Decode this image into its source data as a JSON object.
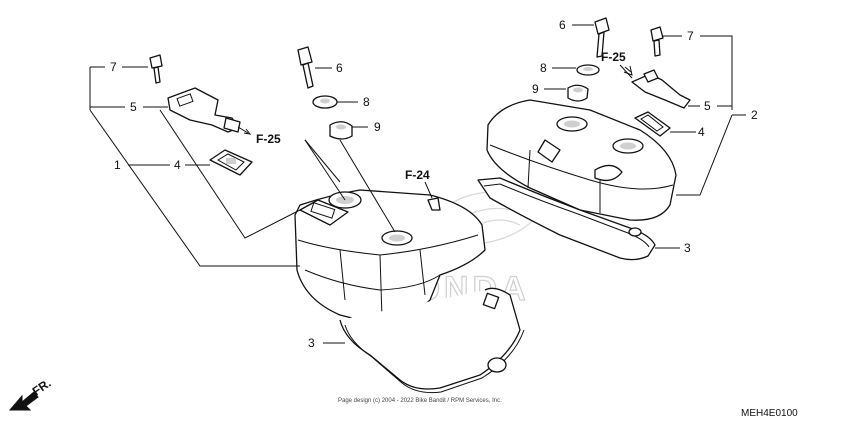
{
  "diagram": {
    "watermark_brand": "HONDA",
    "copyright": "Page design (c) 2004 - 2022 Bike Bandit / RPM Services, Inc.",
    "diagram_code": "MEH4E0100",
    "direction_label": "FR.",
    "callouts": [
      {
        "id": "left-7",
        "label": "7"
      },
      {
        "id": "left-5",
        "label": "5"
      },
      {
        "id": "left-1",
        "label": "1"
      },
      {
        "id": "left-4",
        "label": "4"
      },
      {
        "id": "left-6",
        "label": "6"
      },
      {
        "id": "left-8",
        "label": "8"
      },
      {
        "id": "left-9",
        "label": "9"
      },
      {
        "id": "left-3",
        "label": "3"
      },
      {
        "id": "right-6",
        "label": "6"
      },
      {
        "id": "right-7",
        "label": "7"
      },
      {
        "id": "right-8",
        "label": "8"
      },
      {
        "id": "right-9",
        "label": "9"
      },
      {
        "id": "right-5",
        "label": "5"
      },
      {
        "id": "right-2",
        "label": "2"
      },
      {
        "id": "right-4",
        "label": "4"
      },
      {
        "id": "right-3",
        "label": "3"
      }
    ],
    "refs": [
      {
        "id": "ref-left-f25",
        "label": "F-25"
      },
      {
        "id": "ref-f24",
        "label": "F-24"
      },
      {
        "id": "ref-right-f25",
        "label": "F-25"
      }
    ]
  }
}
